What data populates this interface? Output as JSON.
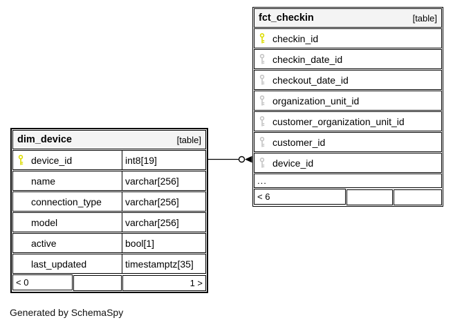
{
  "footer_note": "Generated by SchemaSpy",
  "colors": {
    "border": "#000000",
    "header_bg": "#f4f4f4",
    "primary_key_icon": "#dcdc00",
    "foreign_key_icon": "#c4c4c4"
  },
  "tables": {
    "fct": {
      "name": "fct_checkin",
      "badge": "[table]",
      "columns": [
        {
          "name": "checkin_id",
          "key": "primary"
        },
        {
          "name": "checkin_date_id",
          "key": "foreign"
        },
        {
          "name": "checkout_date_id",
          "key": "foreign"
        },
        {
          "name": "organization_unit_id",
          "key": "foreign"
        },
        {
          "name": "customer_organization_unit_id",
          "key": "foreign"
        },
        {
          "name": "customer_id",
          "key": "foreign"
        },
        {
          "name": "device_id",
          "key": "foreign"
        }
      ],
      "ellipsis": "...",
      "footer": {
        "left": "< 6",
        "middle": "",
        "right": ""
      }
    },
    "dim": {
      "name": "dim_device",
      "badge": "[table]",
      "columns": [
        {
          "name": "device_id",
          "type": "int8[19]",
          "key": "primary"
        },
        {
          "name": "name",
          "type": "varchar[256]",
          "key": "none"
        },
        {
          "name": "connection_type",
          "type": "varchar[256]",
          "key": "none"
        },
        {
          "name": "model",
          "type": "varchar[256]",
          "key": "none"
        },
        {
          "name": "active",
          "type": "bool[1]",
          "key": "none"
        },
        {
          "name": "last_updated",
          "type": "timestamptz[35]",
          "key": "none"
        }
      ],
      "footer": {
        "left": "< 0",
        "middle": "",
        "right": "1 >"
      }
    }
  },
  "relationship": {
    "type": "foreign-key",
    "from": "dim_device.device_id",
    "to": "fct_checkin.device_id"
  }
}
